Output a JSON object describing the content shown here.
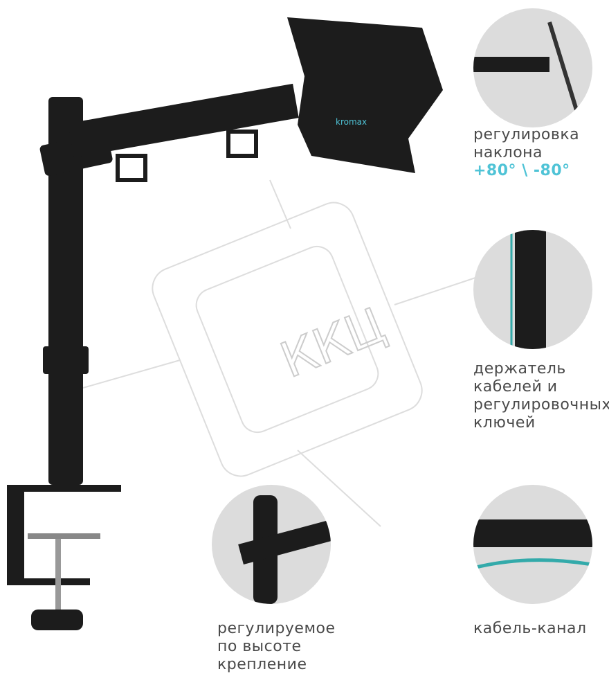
{
  "brand": "kromax",
  "watermark": "ККЦ",
  "features": [
    {
      "lines": [
        "регулировка",
        "наклона"
      ],
      "accent": "+80° \\ -80°"
    },
    {
      "lines": [
        "держатель",
        "кабелей и",
        "регулировочных",
        "ключей"
      ]
    },
    {
      "lines": [
        "регулируемое",
        "по высоте",
        "крепление"
      ]
    },
    {
      "lines": [
        "кабель-канал"
      ]
    }
  ],
  "colors": {
    "accent": "#4fc3d6",
    "circle": "#dcdcdc",
    "metal": "#1c1c1c"
  }
}
